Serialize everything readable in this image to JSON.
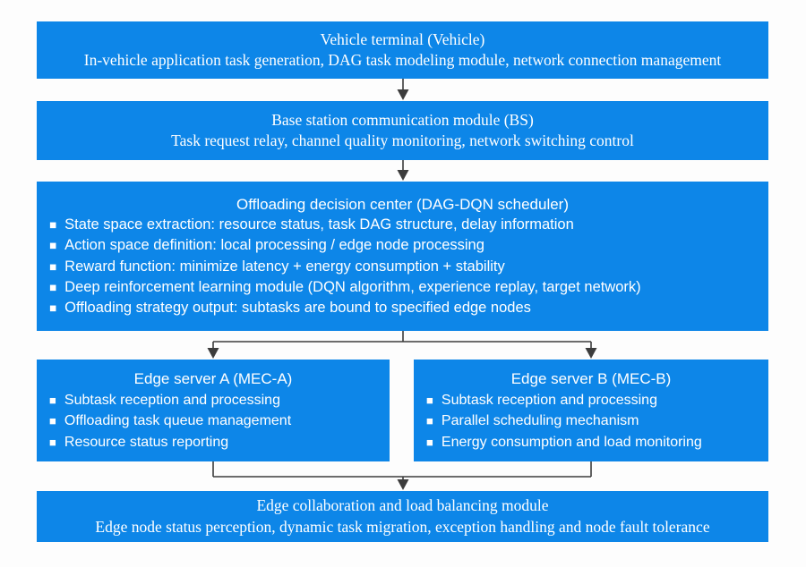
{
  "colors": {
    "box_fill": "#0d86e8",
    "box_text": "#ffffff",
    "connector": "#3c3c3c",
    "page_bg": "#fdfdfd"
  },
  "icons": {
    "bullet_square": "■"
  },
  "boxes": {
    "vehicle": {
      "title": "Vehicle terminal (Vehicle)",
      "subtitle": "In-vehicle application task generation, DAG task modeling module, network connection management"
    },
    "base_station": {
      "title": "Base station communication module (BS)",
      "subtitle": "Task request relay, channel quality monitoring, network switching control"
    },
    "decision": {
      "title": "Offloading decision center (DAG-DQN scheduler)",
      "bullets": [
        "State space extraction: resource status, task DAG structure, delay information",
        "Action space definition: local processing / edge node processing",
        "Reward function: minimize latency + energy consumption + stability",
        "Deep reinforcement learning module (DQN algorithm, experience replay, target network)",
        "Offloading strategy output: subtasks are bound to specified edge nodes"
      ]
    },
    "edge_a": {
      "title": "Edge server A (MEC-A)",
      "bullets": [
        "Subtask reception and processing",
        "Offloading task queue management",
        "Resource status reporting"
      ]
    },
    "edge_b": {
      "title": "Edge server B (MEC-B)",
      "bullets": [
        "Subtask reception and processing",
        "Parallel scheduling mechanism",
        "Energy consumption and load monitoring"
      ]
    },
    "collaboration": {
      "title": "Edge collaboration and load balancing module",
      "subtitle": "Edge node status perception, dynamic task migration, exception handling and node fault tolerance"
    }
  }
}
